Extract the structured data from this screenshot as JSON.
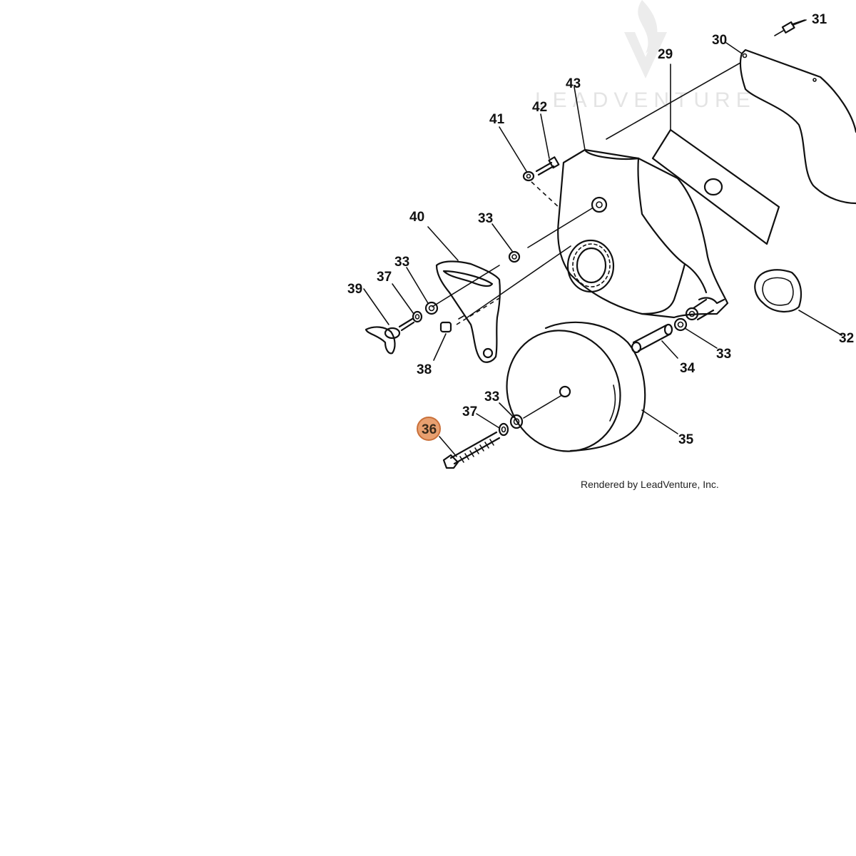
{
  "watermark": {
    "text": "LEADVENTURE"
  },
  "credit": "Rendered by LeadVenture, Inc.",
  "highlight_color": "#e8a070",
  "callouts": {
    "c29": "29",
    "c30": "30",
    "c31": "31",
    "c32": "32",
    "c33a": "33",
    "c33b": "33",
    "c33c": "33",
    "c33d": "33",
    "c34": "34",
    "c35": "35",
    "c36": "36",
    "c37a": "37",
    "c37b": "37",
    "c38": "38",
    "c39": "39",
    "c40": "40",
    "c41": "41",
    "c42": "42",
    "c43": "43"
  },
  "highlighted_callout": "36"
}
